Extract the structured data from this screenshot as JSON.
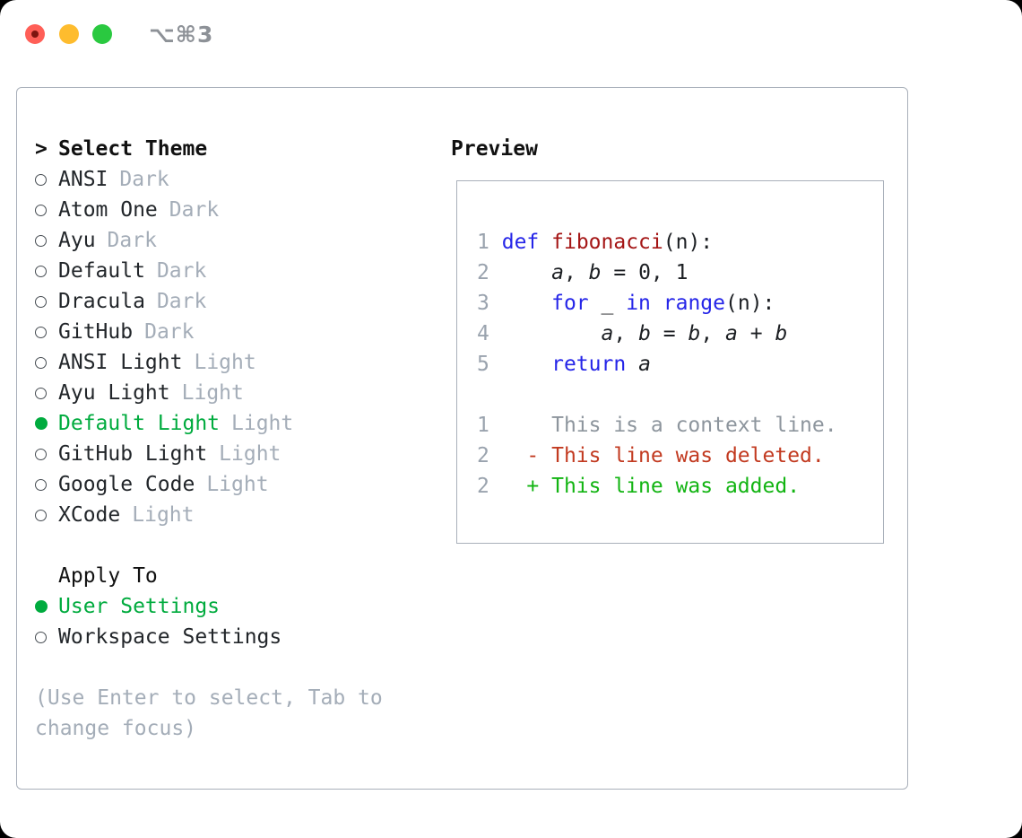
{
  "titlebar": {
    "shortcut": "⌥⌘3",
    "traffic_lights": [
      "close",
      "minimize",
      "zoom"
    ]
  },
  "theme_picker": {
    "prompt": ">",
    "title": "Select Theme",
    "items": [
      {
        "name": "ANSI",
        "variant": "Dark",
        "selected": false
      },
      {
        "name": "Atom One",
        "variant": "Dark",
        "selected": false
      },
      {
        "name": "Ayu",
        "variant": "Dark",
        "selected": false
      },
      {
        "name": "Default",
        "variant": "Dark",
        "selected": false
      },
      {
        "name": "Dracula",
        "variant": "Dark",
        "selected": false
      },
      {
        "name": "GitHub",
        "variant": "Dark",
        "selected": false
      },
      {
        "name": "ANSI Light",
        "variant": "Light",
        "selected": false
      },
      {
        "name": "Ayu Light",
        "variant": "Light",
        "selected": false
      },
      {
        "name": "Default Light",
        "variant": "Light",
        "selected": true
      },
      {
        "name": "GitHub Light",
        "variant": "Light",
        "selected": false
      },
      {
        "name": "Google Code",
        "variant": "Light",
        "selected": false
      },
      {
        "name": "XCode",
        "variant": "Light",
        "selected": false
      }
    ]
  },
  "apply_to": {
    "title": "Apply To",
    "options": [
      {
        "label": "User Settings",
        "selected": true
      },
      {
        "label": "Workspace Settings",
        "selected": false
      }
    ]
  },
  "help_text": "(Use Enter to select, Tab to change focus)",
  "preview": {
    "title": "Preview",
    "code_lines": [
      {
        "number": "1",
        "tokens": [
          [
            "kw",
            "def"
          ],
          [
            "pl",
            " "
          ],
          [
            "fn",
            "fibonacci"
          ],
          [
            "pl",
            "(n):"
          ]
        ]
      },
      {
        "number": "2",
        "tokens": [
          [
            "pl",
            "    "
          ],
          [
            "var",
            "a"
          ],
          [
            "pl",
            ", "
          ],
          [
            "var",
            "b"
          ],
          [
            "pl",
            " = 0, 1"
          ]
        ]
      },
      {
        "number": "3",
        "tokens": [
          [
            "pl",
            "    "
          ],
          [
            "kw",
            "for"
          ],
          [
            "pl",
            " _ "
          ],
          [
            "kw",
            "in"
          ],
          [
            "pl",
            " "
          ],
          [
            "kw",
            "range"
          ],
          [
            "pl",
            "(n):"
          ]
        ]
      },
      {
        "number": "4",
        "tokens": [
          [
            "pl",
            "        "
          ],
          [
            "var",
            "a"
          ],
          [
            "pl",
            ", "
          ],
          [
            "var",
            "b"
          ],
          [
            "pl",
            " = "
          ],
          [
            "var",
            "b"
          ],
          [
            "pl",
            ", "
          ],
          [
            "var",
            "a"
          ],
          [
            "pl",
            " + "
          ],
          [
            "var",
            "b"
          ]
        ]
      },
      {
        "number": "5",
        "tokens": [
          [
            "pl",
            "    "
          ],
          [
            "kw",
            "return"
          ],
          [
            "pl",
            " "
          ],
          [
            "var",
            "a"
          ]
        ]
      }
    ],
    "diff_lines": [
      {
        "number": "1",
        "marker": " ",
        "text": "This is a context line.",
        "kind": "context"
      },
      {
        "number": "2",
        "marker": "-",
        "text": "This line was deleted.",
        "kind": "deleted"
      },
      {
        "number": "2",
        "marker": "+",
        "text": "This line was added.",
        "kind": "added"
      }
    ]
  },
  "colors": {
    "accent_green": "#00ab3e",
    "keyword_blue": "#2525e8",
    "function_red": "#a41515",
    "diff_deleted_red": "#c23a20",
    "diff_added_green": "#12b412",
    "muted_gray": "#a4adb8",
    "line_number_gray": "#9aa3ae",
    "context_gray": "#8d959d",
    "border_gray": "#a9b0ba",
    "traffic_red": "#ff5f57",
    "traffic_yellow": "#febc2e",
    "traffic_green": "#2ac940"
  }
}
